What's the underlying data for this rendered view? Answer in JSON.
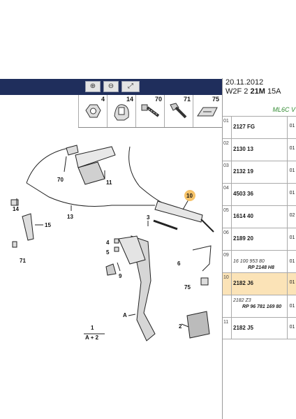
{
  "toolbar": {
    "zoom_in_icon": "zoom-in-icon",
    "zoom_out_icon": "zoom-out-icon",
    "zoom_fit_icon": "zoom-fit-icon"
  },
  "thumbnails": [
    {
      "number": "4"
    },
    {
      "number": "14"
    },
    {
      "number": "70"
    },
    {
      "number": "71"
    },
    {
      "number": "75"
    }
  ],
  "header": {
    "date": "20.11.2012",
    "code_prefix": "W2F 2",
    "code_bold": "21M",
    "code_suffix": "15A",
    "model": "ML6C V"
  },
  "parts": [
    {
      "index": "01",
      "ref": "2127 FG",
      "qty": "01"
    },
    {
      "index": "02",
      "ref": "2130 13",
      "qty": "01"
    },
    {
      "index": "03",
      "ref": "2132 19",
      "qty": "01"
    },
    {
      "index": "04",
      "ref": "4503 36",
      "qty": "01"
    },
    {
      "index": "05",
      "ref": "1614 40",
      "qty": "02"
    },
    {
      "index": "06",
      "ref": "2189 20",
      "qty": "01"
    },
    {
      "index": "09",
      "ref": "16 100 953 80",
      "ref2": "RP 2148 H8",
      "qty": "01"
    },
    {
      "index": "10",
      "ref": "2182 J6",
      "qty": "01",
      "selected": true
    },
    {
      "ref": "2182 Z3",
      "ref2": "RP 96 781 169 80",
      "qty": "01"
    },
    {
      "index": "11",
      "ref": "2182 J5",
      "qty": "01"
    }
  ],
  "callouts": {
    "c11": "11",
    "c70": "70",
    "c10": "10",
    "c14": "14",
    "c13": "13",
    "c15": "15",
    "c3": "3",
    "c4": "4",
    "c5": "5",
    "c6": "6",
    "c71": "71",
    "c9": "9",
    "c75": "75",
    "cA": "A",
    "c2": "2",
    "c1": "1",
    "formula": "A + 2"
  },
  "colors": {
    "toolbar_bg": "#1f2e5c",
    "selected_row": "#fbe3b7",
    "highlight_callout": "#f6c36a",
    "model_text": "#2f8a2f"
  }
}
